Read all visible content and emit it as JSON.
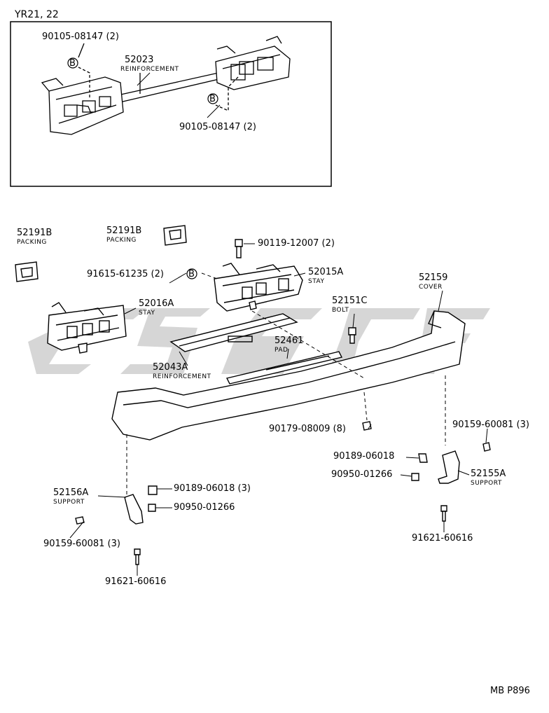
{
  "inset_model": "YR21, 22",
  "sheet_code": "MB P896",
  "inset": [
    {
      "id": "bolt_top",
      "number": "90105-08147 (2)"
    },
    {
      "id": "reinf",
      "number": "52023",
      "name": "REINFORCEMENT"
    },
    {
      "id": "bolt_bottom",
      "number": "90105-08147 (2)"
    }
  ],
  "callout_mark": "B",
  "parts": [
    {
      "id": "packing_left",
      "number": "52191B",
      "name": "PACKING"
    },
    {
      "id": "packing_mid",
      "number": "52191B",
      "name": "PACKING"
    },
    {
      "id": "bolt_90119",
      "number": "90119-12007 (2)"
    },
    {
      "id": "clip_91615",
      "number": "91615-61235 (2)"
    },
    {
      "id": "stay_52015a",
      "number": "52015A",
      "name": "STAY"
    },
    {
      "id": "stay_52016a",
      "number": "52016A",
      "name": "STAY"
    },
    {
      "id": "cover_52159",
      "number": "52159",
      "name": "COVER"
    },
    {
      "id": "bolt_52151c",
      "number": "52151C",
      "name": "BOLT"
    },
    {
      "id": "pad_52461",
      "number": "52461",
      "name": "PAD"
    },
    {
      "id": "reinf_52043a",
      "number": "52043A",
      "name": "REINFORCEMENT"
    },
    {
      "id": "nut_90179",
      "number": "90179-08009 (8)"
    },
    {
      "id": "screw_r_90159",
      "number": "90159-60081 (3)"
    },
    {
      "id": "nut_r_90189",
      "number": "90189-06018"
    },
    {
      "id": "washer_r_90950",
      "number": "90950-01266"
    },
    {
      "id": "support_52155a",
      "number": "52155A",
      "name": "SUPPORT"
    },
    {
      "id": "bolt_r_91621",
      "number": "91621-60616"
    },
    {
      "id": "support_52156a",
      "number": "52156A",
      "name": "SUPPORT"
    },
    {
      "id": "nut_l_90189",
      "number": "90189-06018 (3)"
    },
    {
      "id": "washer_l_90950",
      "number": "90950-01266"
    },
    {
      "id": "screw_l_90159",
      "number": "90159-60081 (3)"
    },
    {
      "id": "bolt_l_91621",
      "number": "91621-60616"
    }
  ]
}
